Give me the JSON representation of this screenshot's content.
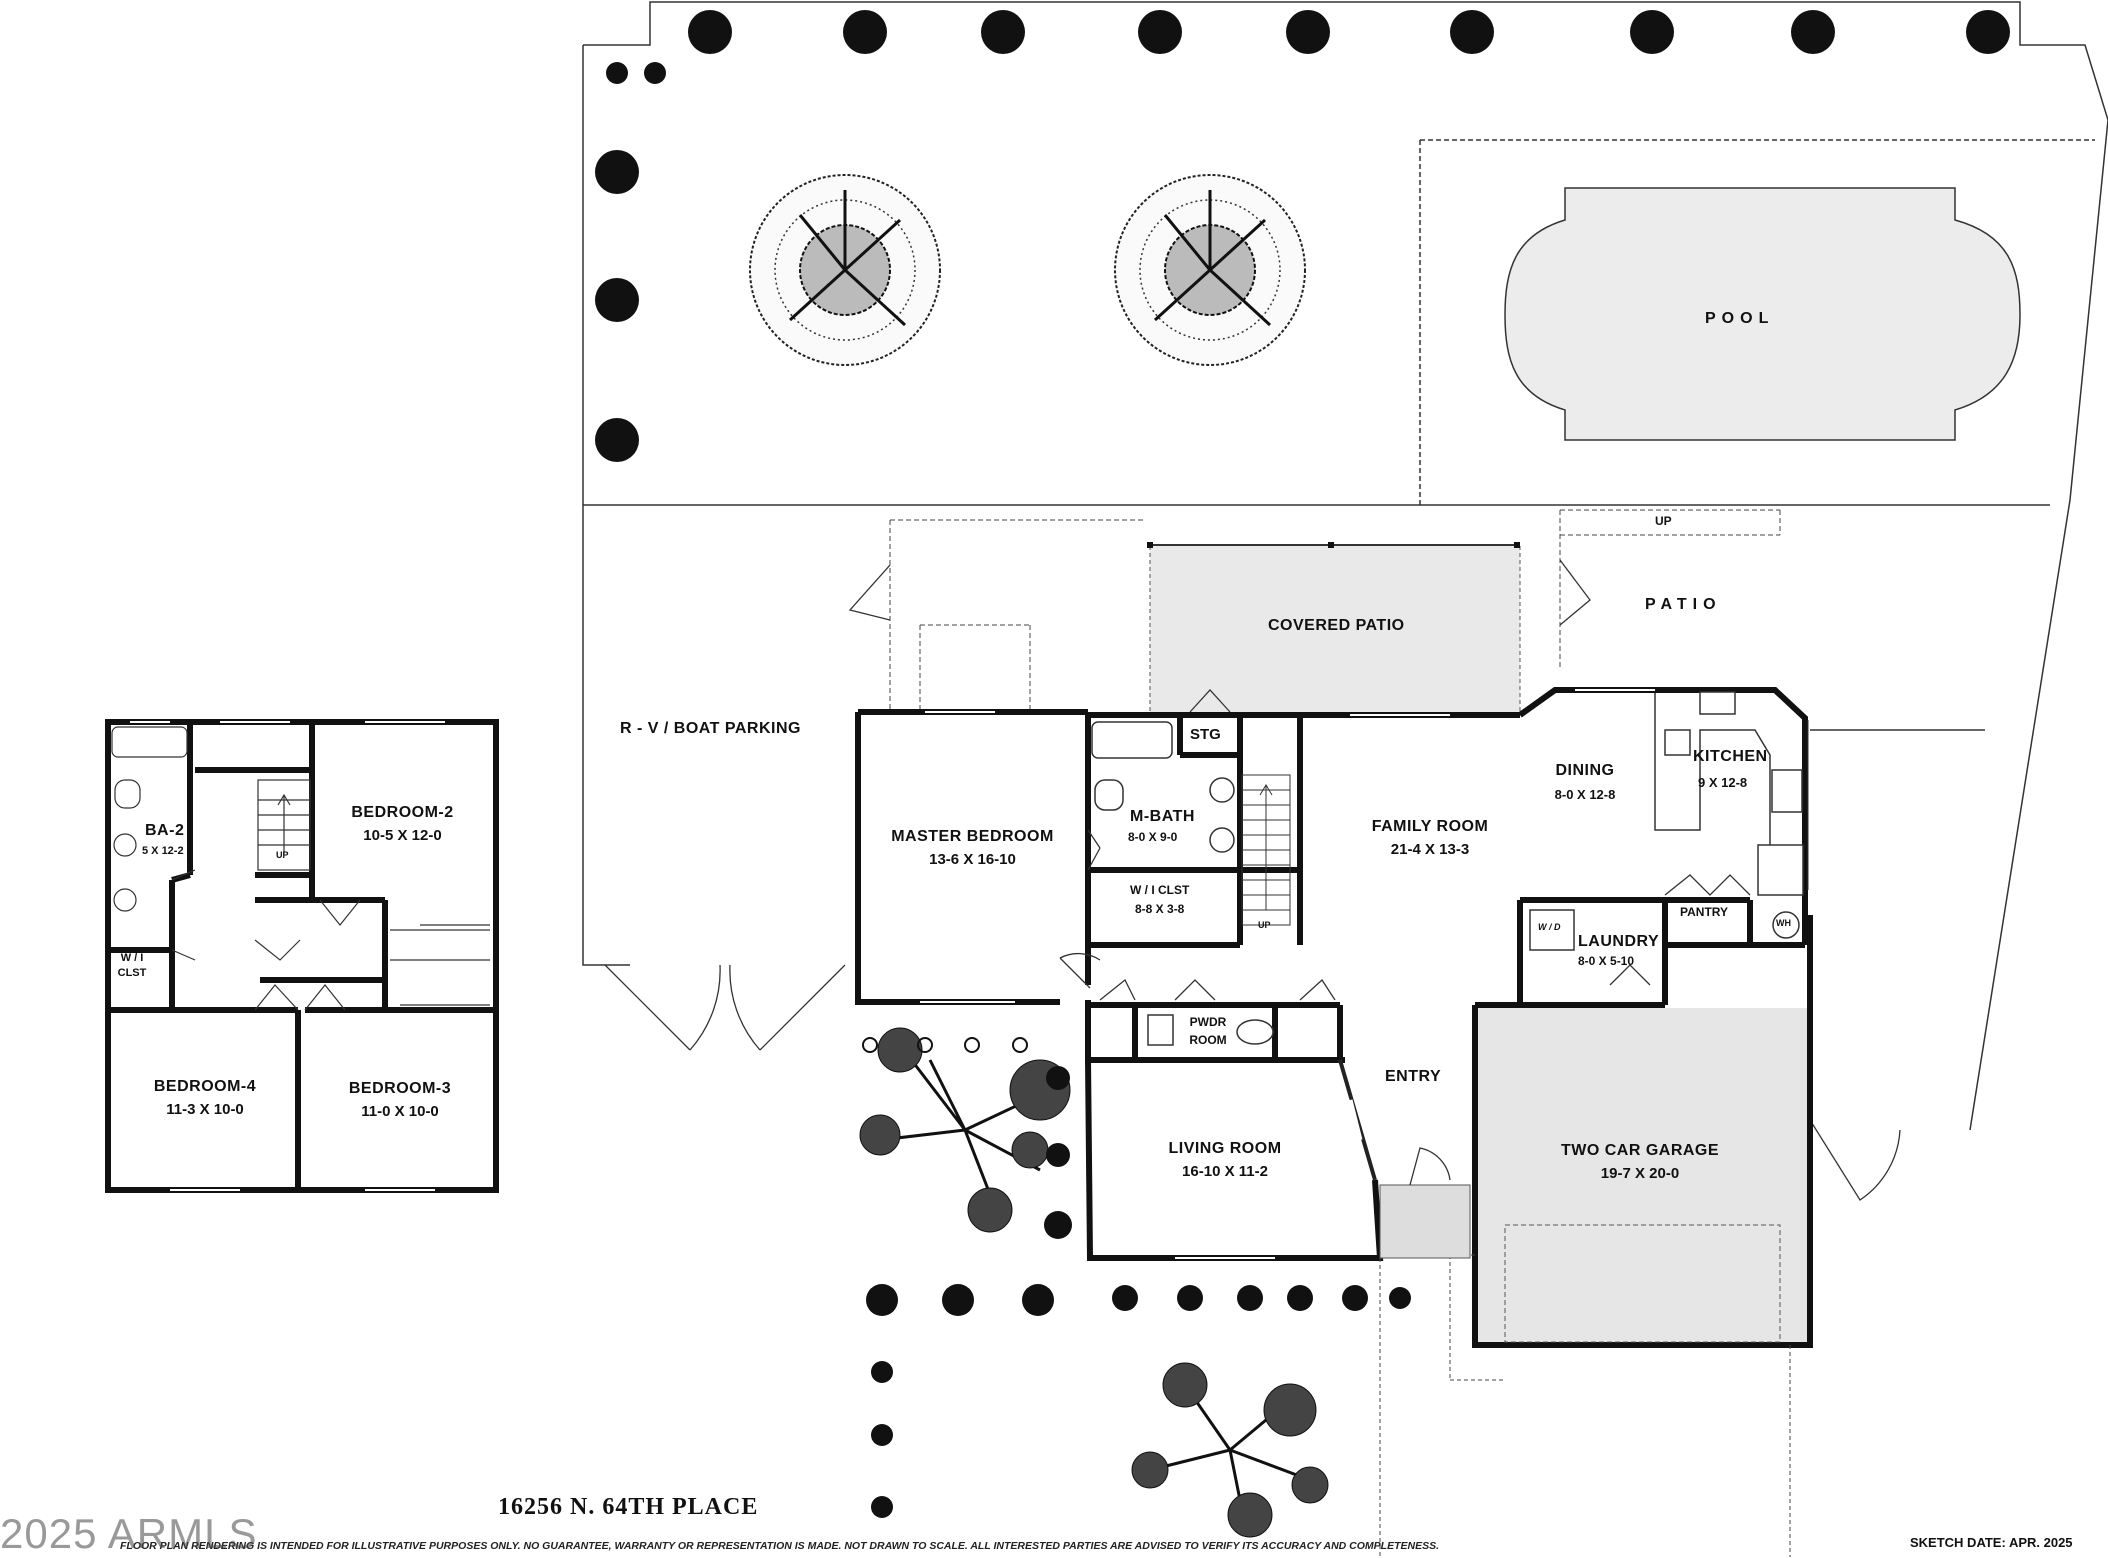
{
  "address": "16256 N. 64TH PLACE",
  "disclaimer": "FLOOR PLAN RENDERING IS INTENDED FOR ILLUSTRATIVE PURPOSES ONLY.  NO GUARANTEE, WARRANTY OR REPRESENTATION IS MADE.  NOT DRAWN TO SCALE.  ALL INTERESTED PARTIES ARE ADVISED TO VERIFY ITS ACCURACY AND COMPLETENESS.",
  "sketch_date": "SKETCH DATE:  APR. 2025",
  "watermark": "2025 ARMLS",
  "yard": {
    "pool": "POOL",
    "patio": "PATIO",
    "covered_patio": "COVERED PATIO",
    "rv_parking": "R - V / BOAT PARKING",
    "up_label": "UP"
  },
  "main_level": {
    "master_bedroom": {
      "name": "MASTER BEDROOM",
      "dim": "13-6  X  16-10"
    },
    "m_bath": {
      "name": "M-BATH",
      "dim": "8-0  X 9-0"
    },
    "stg": {
      "name": "STG"
    },
    "wi_closet": {
      "name": "W / I  CLST",
      "dim": "8-8  X  3-8"
    },
    "family_room": {
      "name": "FAMILY ROOM",
      "dim": "21-4  X  13-3"
    },
    "dining": {
      "name": "DINING",
      "dim": "8-0  X  12-8"
    },
    "kitchen": {
      "name": "KITCHEN",
      "dim": "9  X  12-8"
    },
    "pantry": {
      "name": "PANTRY"
    },
    "laundry": {
      "name": "LAUNDRY",
      "dim": "8-0  X  5-10"
    },
    "washer_dryer": "W / D",
    "water_heater": "WH",
    "powder_room": {
      "name": "PWDR",
      "name2": "ROOM"
    },
    "entry": {
      "name": "ENTRY"
    },
    "living_room": {
      "name": "LIVING ROOM",
      "dim": "16-10  X  11-2"
    },
    "garage": {
      "name": "TWO CAR GARAGE",
      "dim": "19-7  X  20-0"
    },
    "stair_up": "UP"
  },
  "upper_level": {
    "bedroom_2": {
      "name": "BEDROOM-2",
      "dim": "10-5  X  12-0"
    },
    "ba_2": {
      "name": "BA-2",
      "dim": "5 X 12-2"
    },
    "wi_closet": {
      "name": "W / I",
      "name2": "CLST"
    },
    "bedroom_4": {
      "name": "BEDROOM-4",
      "dim": "11-3  X  10-0"
    },
    "bedroom_3": {
      "name": "BEDROOM-3",
      "dim": "11-0  X  10-0"
    },
    "stair_up": "UP"
  }
}
